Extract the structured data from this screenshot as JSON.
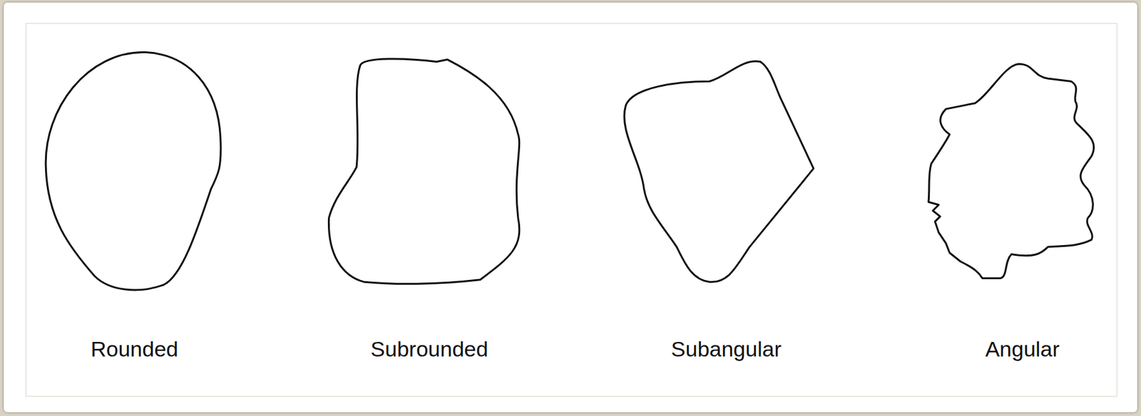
{
  "diagram": {
    "labels": [
      "Rounded",
      "Subrounded",
      "Subangular",
      "Angular"
    ]
  }
}
